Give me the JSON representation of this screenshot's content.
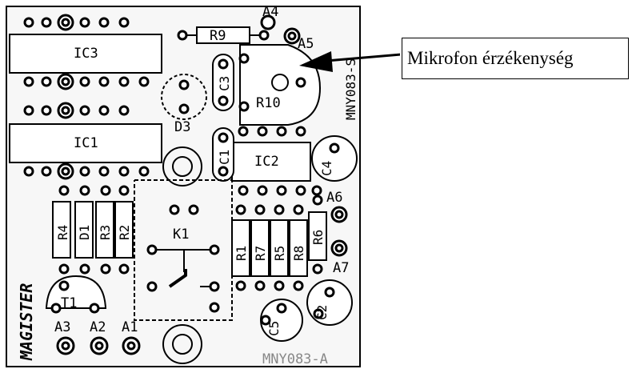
{
  "colors": {
    "silkscreen": "#000000",
    "board": "#ffffff",
    "board_tint": "#f7f7f7"
  },
  "labels": {
    "ic3": "IC3",
    "ic1": "IC1",
    "ic2": "IC2",
    "r9": "R9",
    "r10": "R10",
    "d3": "D3",
    "c3": "C3",
    "c1": "C1",
    "c4": "C4",
    "r4": "R4",
    "d1": "D1",
    "r3": "R3",
    "r2": "R2",
    "k1": "K1",
    "r1": "R1",
    "r7": "R7",
    "r5": "R5",
    "r8": "R8",
    "r6": "R6",
    "c5": "C5",
    "c2": "C2",
    "t1": "T1",
    "a1": "A1",
    "a2": "A2",
    "a3": "A3",
    "a4": "A4",
    "a5": "A5",
    "a6": "A6",
    "a7": "A7",
    "board_code_side": "MNY083-S",
    "board_code_bottom": "MNY083-A",
    "brand": "MAGISTER"
  },
  "callout": {
    "text": "Mikrofon érzékenység",
    "icon": "arrow-left-icon"
  }
}
